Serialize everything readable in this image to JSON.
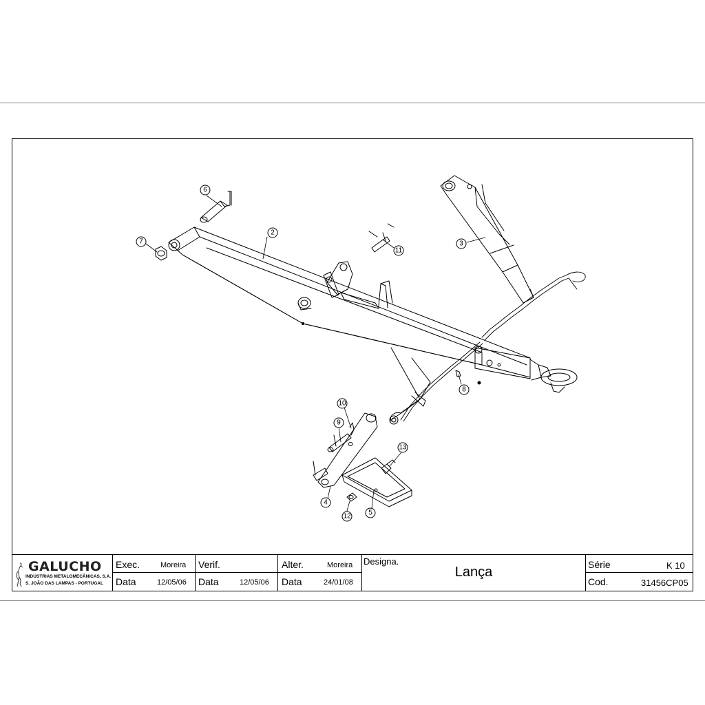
{
  "balloons": [
    "2",
    "3",
    "4",
    "5",
    "6",
    "7",
    "8",
    "9",
    "10",
    "11",
    "12",
    "13"
  ],
  "title_block": {
    "company": {
      "name": "GALUCHO",
      "line1": "INDÚSTRIAS METALOMECÂNICAS, S.A.",
      "line2": "S. JOÃO DAS LAMPAS - PORTUGAL",
      "logo_icon": "heron-logo-icon"
    },
    "exec_label": "Exec.",
    "exec_value": "Moreira",
    "exec_date_label": "Data",
    "exec_date": "12/05/06",
    "verif_label": "Verif.",
    "verif_value": "",
    "verif_date_label": "Data",
    "verif_date": "12/05/06",
    "alter_label": "Alter.",
    "alter_value": "Moreira",
    "alter_date_label": "Data",
    "alter_date": "24/01/08",
    "designation_label": "Designa.",
    "designation_value": "Lança",
    "serie_label": "Série",
    "serie_value": "K 10",
    "cod_label": "Cod.",
    "cod_value": "31456CP05"
  }
}
